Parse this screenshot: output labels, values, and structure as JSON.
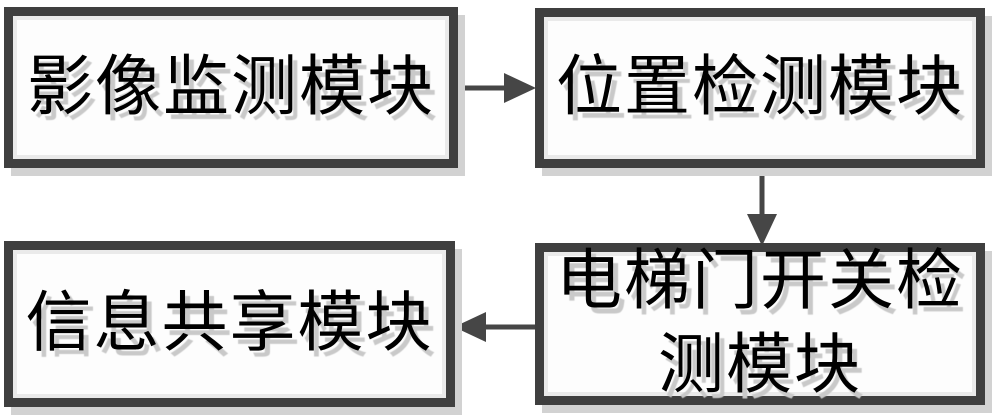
{
  "diagram": {
    "modules": [
      {
        "id": "image-monitoring",
        "label": "影像监测模块"
      },
      {
        "id": "position-detection",
        "label": "位置检测模块"
      },
      {
        "id": "elevator-door-switch-detection",
        "label": "电梯门开关检测模块"
      },
      {
        "id": "information-sharing",
        "label": "信息共享模块"
      }
    ],
    "connections": [
      {
        "from": "影像监测模块",
        "to": "位置检测模块",
        "direction": "right"
      },
      {
        "from": "位置检测模块",
        "to": "电梯门开关检测模块",
        "direction": "down"
      },
      {
        "from": "电梯门开关检测模块",
        "to": "信息共享模块",
        "direction": "left"
      }
    ],
    "colors": {
      "border": "#3f3f3f",
      "arrow": "#464646",
      "text": "#000000",
      "text_shadow": "#c9c9c9",
      "box_background": "#fdfdfd",
      "page_background": "#ffffff"
    }
  }
}
